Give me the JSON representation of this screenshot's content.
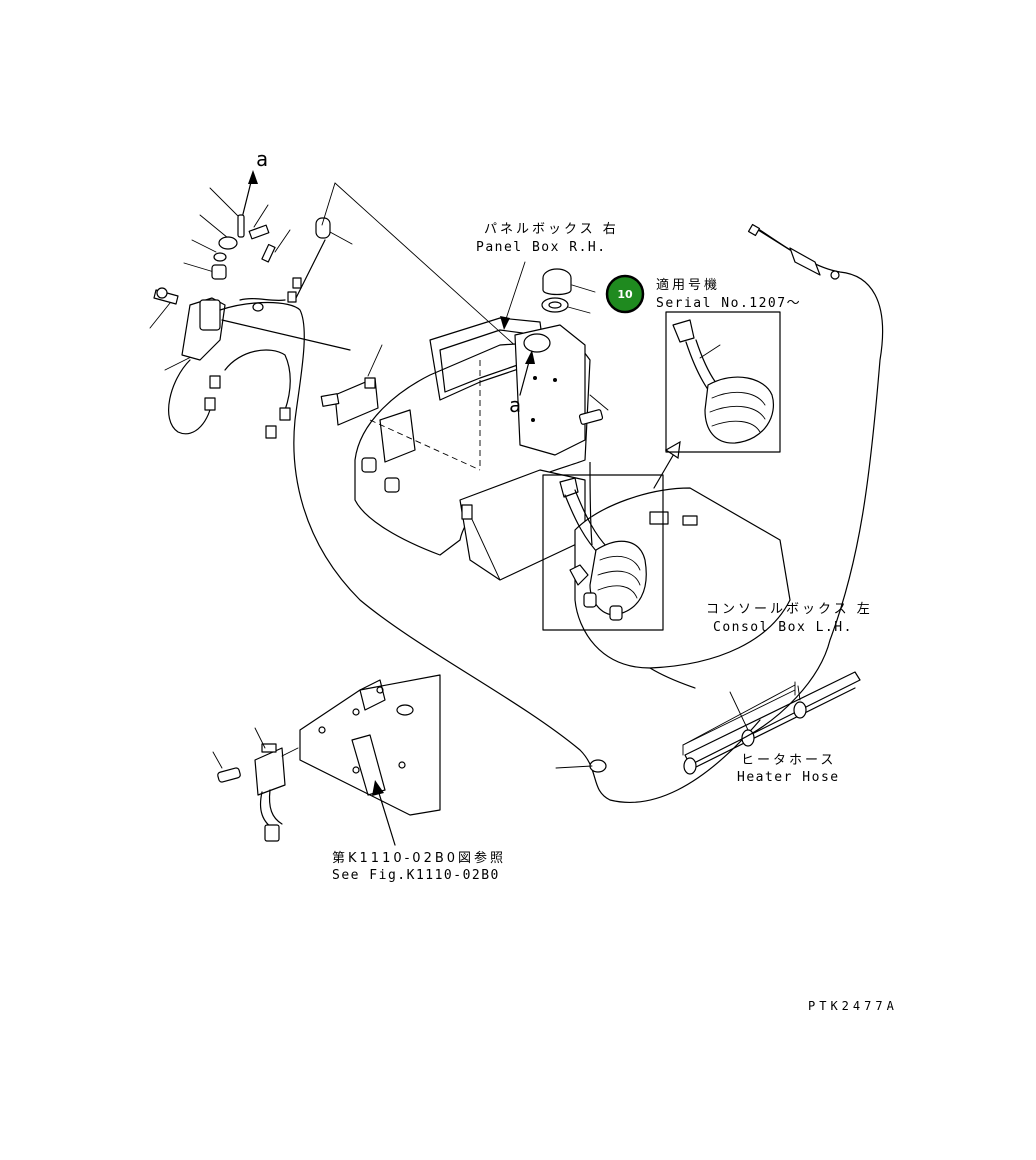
{
  "labels": {
    "panel_box_jp": "パネルボックス 右",
    "panel_box_en": "Panel Box R.H.",
    "serial_jp": "適用号機",
    "serial_en": "Serial No.1207～",
    "console_box_jp": "コンソールボックス 左",
    "console_box_en": "Consol Box L.H.",
    "heater_hose_jp": "ヒータホース",
    "heater_hose_en": "Heater Hose",
    "see_fig_jp": "第K1110-02B0図参照",
    "see_fig_en": "See Fig.K1110-02B0",
    "drawing_code": "PTK2477A"
  },
  "reference_marks": {
    "a_top": "a",
    "a_panel": "a"
  },
  "badge": {
    "text": "10",
    "fill_color": "#1f8a1f",
    "ring_color": "#000000"
  }
}
